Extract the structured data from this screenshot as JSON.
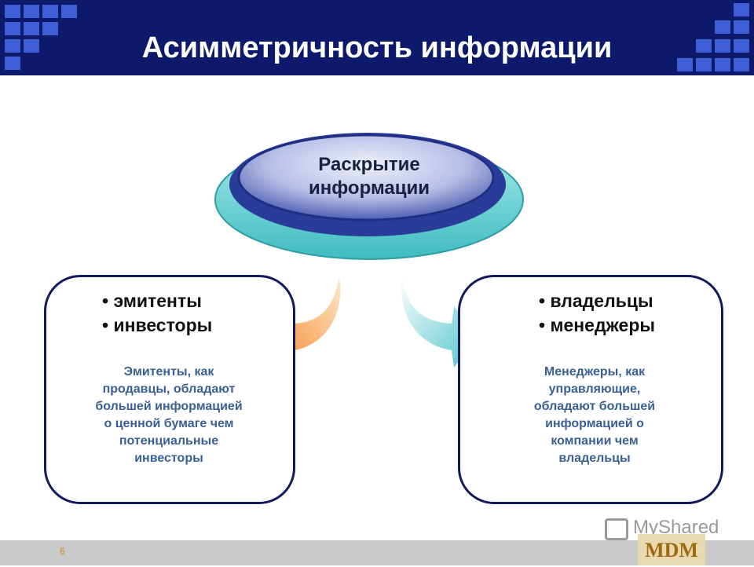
{
  "header": {
    "title": "Асимметричность информации"
  },
  "center": {
    "lines": [
      "Раскрытие",
      "информации"
    ]
  },
  "left": {
    "bullets": [
      "эмитенты",
      "инвесторы"
    ],
    "description": [
      "Эмитенты, как",
      "продавцы, обладают",
      "большей информацией",
      "о ценной бумаге чем",
      "потенциальные",
      "инвесторы"
    ]
  },
  "right": {
    "bullets": [
      "владельцы",
      "менеджеры"
    ],
    "description": [
      "Менеджеры, как",
      "управляющие,",
      "обладают большей",
      "информацией о",
      "компании чем",
      "владельцы"
    ]
  },
  "footer": {
    "page_number": "6",
    "watermark": "MyShared",
    "logo": "MDM"
  },
  "colors": {
    "header_bg": "#0d1a6b",
    "oval_blue": "#2b3f9e",
    "oval_teal": "#6fd3d3",
    "arrow_left": "#f5892e",
    "arrow_right": "#5cc8cf",
    "box_border": "#111a5e",
    "description_text": "#3a5f95"
  }
}
